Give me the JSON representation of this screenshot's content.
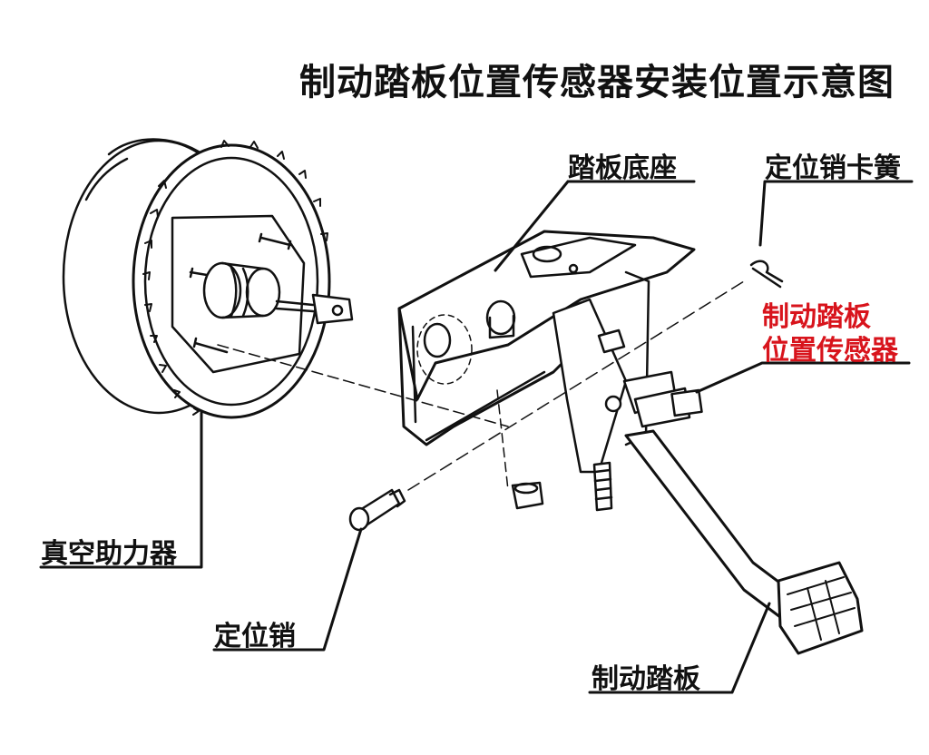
{
  "title": "制动踏板位置传感器安装位置示意图",
  "labels": {
    "pedal_base": "踏板底座",
    "pin_clip": "定位销卡簧",
    "sensor_line1": "制动踏板",
    "sensor_line2": "位置传感器",
    "vacuum_booster": "真空助力器",
    "locating_pin": "定位销",
    "brake_pedal": "制动踏板"
  },
  "colors": {
    "line": "#111111",
    "highlight": "#d8141c",
    "background": "#ffffff"
  }
}
